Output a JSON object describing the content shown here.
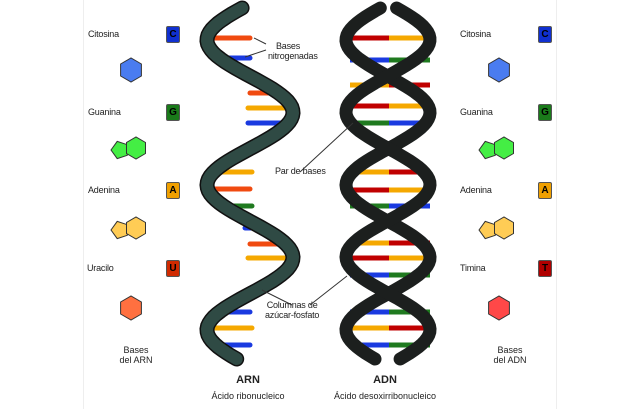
{
  "left_panel": {
    "bases": [
      {
        "name": "Citosina",
        "letter": "C",
        "color": "#1030d0",
        "fill": "#4a7cf0"
      },
      {
        "name": "Guanina",
        "letter": "G",
        "color": "#1a7a1a",
        "fill": "#44ee44"
      },
      {
        "name": "Adenina",
        "letter": "A",
        "color": "#f0a000",
        "fill": "#ffcc55"
      },
      {
        "name": "Uracilo",
        "letter": "U",
        "color": "#d02a00",
        "fill": "#ff7040"
      }
    ],
    "caption_line1": "Bases",
    "caption_line2": "del ARN"
  },
  "right_panel": {
    "bases": [
      {
        "name": "Citosina",
        "letter": "C",
        "color": "#1030d0",
        "fill": "#4a7cf0"
      },
      {
        "name": "Guanina",
        "letter": "G",
        "color": "#1a7a1a",
        "fill": "#44ee44"
      },
      {
        "name": "Adenina",
        "letter": "A",
        "color": "#f0a000",
        "fill": "#ffcc55"
      },
      {
        "name": "Timina",
        "letter": "T",
        "color": "#b00000",
        "fill": "#ff4848"
      }
    ],
    "caption_line1": "Bases",
    "caption_line2": "del ADN"
  },
  "annotations": {
    "bases_nitrogenadas_1": "Bases",
    "bases_nitrogenadas_2": "nitrogenadas",
    "par_de_bases": "Par de bases",
    "columnas_1": "Columnas de",
    "columnas_2": "azúcar-fosfato"
  },
  "rna": {
    "title": "ARN",
    "subtitle": "Ácido ribonucleico",
    "strand_color": "#2f4a44"
  },
  "dna": {
    "title": "ADN",
    "subtitle": "Ácido desoxirribonucleico",
    "strand_color": "#1c1f1e"
  },
  "base_colors": {
    "C": "#1a3ae0",
    "G": "#1f7a1f",
    "A": "#f5a800",
    "U": "#f04a10",
    "T": "#c00000"
  },
  "rna_sequence": [
    "U",
    "C",
    "C",
    "U",
    "A",
    "C",
    "A",
    "U",
    "G",
    "C",
    "U",
    "A",
    "C",
    "A",
    "C"
  ],
  "dna_pairs": [
    [
      "T",
      "A"
    ],
    [
      "C",
      "G"
    ],
    [
      "A",
      "T"
    ],
    [
      "T",
      "A"
    ],
    [
      "G",
      "C"
    ],
    [
      "A",
      "T"
    ],
    [
      "T",
      "A"
    ],
    [
      "G",
      "C"
    ],
    [
      "A",
      "T"
    ],
    [
      "T",
      "A"
    ],
    [
      "C",
      "G"
    ],
    [
      "C",
      "G"
    ],
    [
      "A",
      "T"
    ],
    [
      "C",
      "G"
    ]
  ]
}
